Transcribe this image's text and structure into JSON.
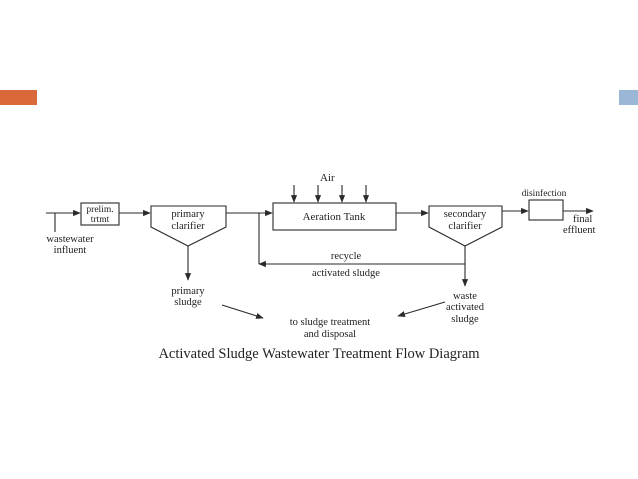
{
  "colors": {
    "accent_left": "#d9693a",
    "accent_right": "#9ab8d6",
    "line": "#2a2a2a"
  },
  "diagram": {
    "air": "Air",
    "prelim_1": "prelim.",
    "prelim_2": "trtmt",
    "primary_clarifier_1": "primary",
    "primary_clarifier_2": "clarifier",
    "aeration_tank": "Aeration Tank",
    "secondary_clarifier_1": "secondary",
    "secondary_clarifier_2": "clarifier",
    "disinfection": "disinfection",
    "final_1": "final",
    "final_2": "effluent",
    "wastewater_1": "wastewater",
    "wastewater_2": "influent",
    "recycle": "recycle",
    "activated_sludge": "activated sludge",
    "primary_sludge_1": "primary",
    "primary_sludge_2": "sludge",
    "waste_1": "waste",
    "waste_2": "activated",
    "waste_3": "sludge",
    "sludge_treatment_1": "to sludge treatment",
    "sludge_treatment_2": "and disposal"
  },
  "caption": "Activated Sludge Wastewater Treatment Flow Diagram"
}
